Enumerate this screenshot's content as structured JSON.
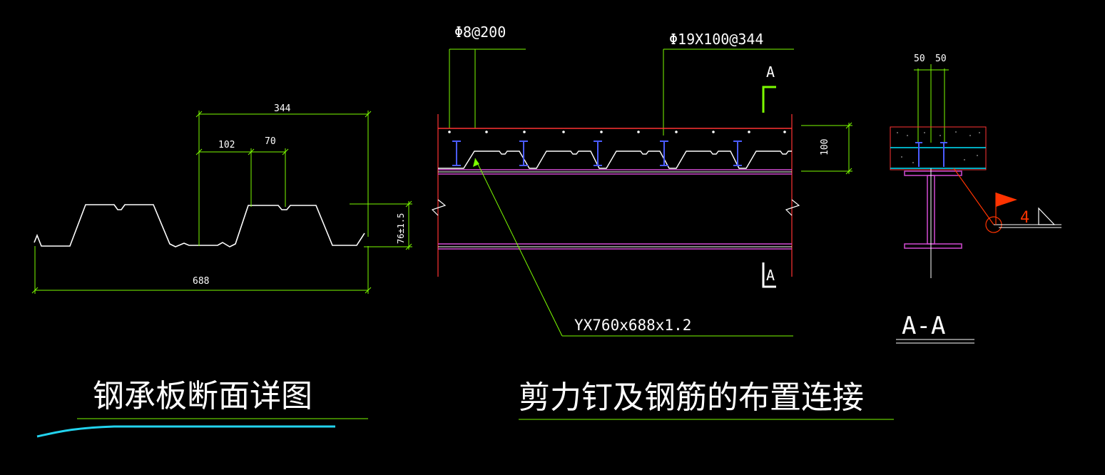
{
  "colors": {
    "background": "#000000",
    "dimension": "#7CFC00",
    "outline": "#ffffff",
    "slab_edge": "#ff3333",
    "steel_beam": "#d24ad2",
    "shear_stud": "#4b5cff",
    "rebar": "#00e5ff",
    "weld_symbol": "#ff3300",
    "underline_cyan": "#22d3ee"
  },
  "deck_profile": {
    "title": "钢承板断面详图",
    "dim_total_width": "688",
    "dim_pitch": "344",
    "dim_rib_spacing": "102",
    "dim_rib_top": "70",
    "dim_depth": "76±1.5"
  },
  "layout_detail": {
    "title": "剪力钉及钢筋的布置连接",
    "rebar_label": "Φ8@200",
    "stud_label": "Φ19X100@344",
    "deck_label": "YX760x688x1.2",
    "slab_thickness": "100",
    "section_mark_top": "A",
    "section_mark_bottom": "A"
  },
  "section_aa": {
    "title": "A-A",
    "dim_left": "50",
    "dim_right": "50",
    "weld_size": "4"
  }
}
